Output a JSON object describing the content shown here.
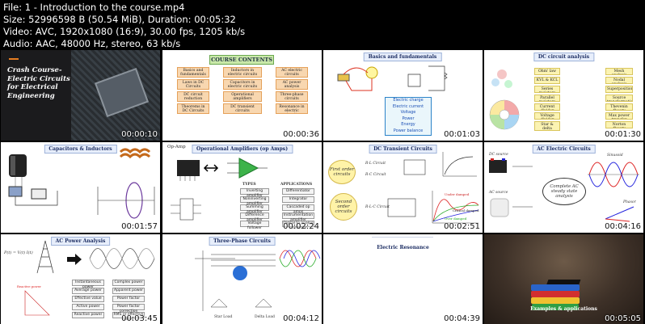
{
  "header": {
    "file": "File: 1 - Introduction to the course.mp4",
    "size": "Size: 52996598 B (50.54 MiB), Duration: 00:05:32",
    "video": "Video: AVC, 1920x1080 (16:9), 30.00 fps, 1205 kb/s",
    "audio": "Audio: AAC, 48000 Hz, stereo, 63 kb/s"
  },
  "thumbs": [
    {
      "time": "00:00:10",
      "title": "Crash Course-\nElectric Circuits\nfor Electrical\nEngineering"
    },
    {
      "time": "00:00:36",
      "title": "COURSE CONTENTS",
      "items": [
        "Basics and fundamentals",
        "Laws in DC Circuits",
        "DC circuit reduction",
        "Theorems in DC Circuits",
        "Inductors in electric circuits",
        "Capacitors in electric circuits",
        "Operational amplifiers",
        "DC transient circuits",
        "AC electric circuits",
        "AC power analysis",
        "Three-phase circuits",
        "Resonance in electric circuits"
      ]
    },
    {
      "time": "00:01:03",
      "title": "Basics and fundamentals",
      "list": [
        "Electric charge",
        "Electric current",
        "Voltage",
        "Power",
        "Energy",
        "Power balance"
      ]
    },
    {
      "time": "00:01:30",
      "title": "DC circuit analysis",
      "left": [
        "Ohm' law",
        "KVL & KCL",
        "Series resistors",
        "Parallel resistors",
        "Current divider",
        "Voltage divider",
        "Star & delta transformation"
      ],
      "right": [
        "Mesh analysis",
        "Nodal analysis",
        "Superposition",
        "Source transformation",
        "Thevenin theory",
        "Max power transfer",
        "Norton theory"
      ]
    },
    {
      "time": "00:01:57",
      "title": "Capacitors & Inductors"
    },
    {
      "time": "00:02:24",
      "title": "Operational Amplifiers (op Amps)",
      "opamp": "Op-Amp",
      "types_title": "TYPES",
      "types": [
        "Inverting amplifier",
        "Noninverting amplifier",
        "Summing amplifier",
        "Difference amplifier",
        "Voltage follower"
      ],
      "apps_title": "APPLICATIONS",
      "apps": [
        "Differentiator",
        "Integrator",
        "Cascaded op amps",
        "Instrumentation amplifier",
        "Digital to analog converter"
      ]
    },
    {
      "time": "00:02:51",
      "title": "DC Transient Circuits",
      "first": "First order circuits",
      "second": "Second order circuits",
      "rl": "R-L Circuit",
      "rc": "R-C Circuit",
      "rlc": "R-L-C Circuit",
      "under": "Under damped",
      "critical": "Critical damped",
      "over": "Over damped"
    },
    {
      "time": "00:04:16",
      "title": "AC Electric Circuits",
      "dc": "DC source",
      "ac": "AC source",
      "circle": "Complete AC steady state analysis",
      "sinusoid": "Sinusoid",
      "phasor": "Phasor"
    },
    {
      "time": "00:03:45",
      "title": "AC Power Analysis",
      "formula": "P(t) = V(t) I(t)",
      "items": [
        "Instantaneous power",
        "Average power",
        "Effective value",
        "Active power",
        "Reactive power",
        "Complex power",
        "Apparent power",
        "Power factor",
        "Power factor correction",
        "RMS or effective value"
      ]
    },
    {
      "time": "00:04:12",
      "title": "Three-Phase Circuits",
      "star": "Star Load",
      "delta": "Delta Load"
    },
    {
      "time": "00:04:39",
      "title": "Electric Resonance"
    },
    {
      "time": "00:05:05",
      "title": "Examples & applications"
    }
  ],
  "colors": {
    "background": "#000000",
    "slide": "#ffffff",
    "accent": "#e67e22"
  }
}
